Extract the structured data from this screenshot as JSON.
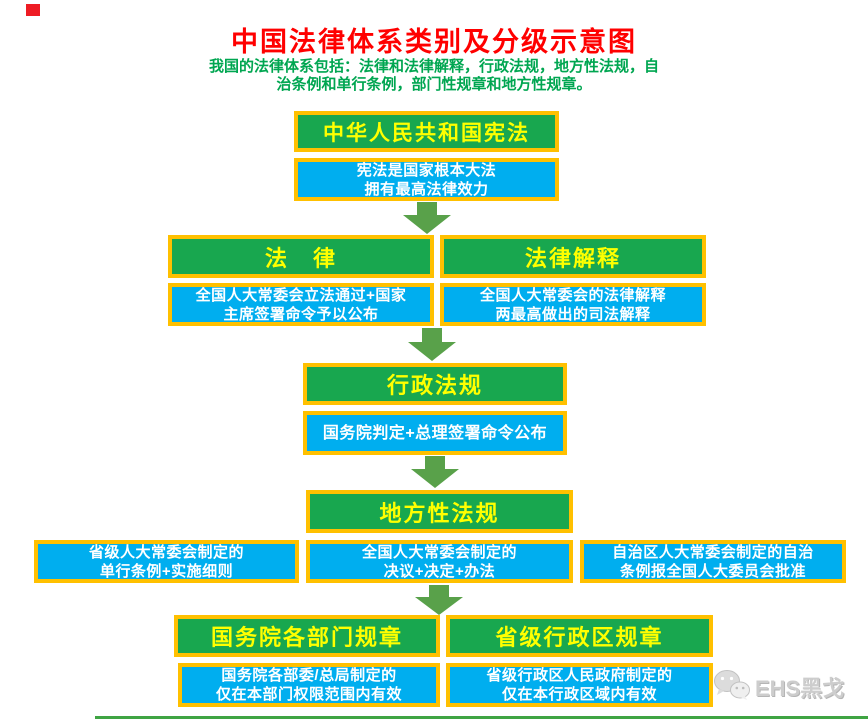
{
  "page": {
    "title": "中国法律体系类别及分级示意图",
    "subtitle_line1": "我国的法律体系包括：法律和法律解释，行政法规，地方性法规，自",
    "subtitle_line2": "治条例和单行条例，部门性规章和地方性规章。"
  },
  "colors": {
    "title_red": "#ff0000",
    "subtitle_green": "#00a651",
    "box_green_fill": "#18a74f",
    "box_blue_fill": "#00aeef",
    "box_border_orange": "#ffc000",
    "header_text_yellow": "#ffff00",
    "desc_text_white": "#ffffff",
    "arrow_green": "#59a14a",
    "corner_mark_red": "#ee1c24",
    "bottom_line_green": "#3fa443",
    "watermark_gray": "#cdcdcd"
  },
  "flowchart": {
    "constitution": {
      "title": "中华人民共和国宪法",
      "desc_line1": "宪法是国家根本大法",
      "desc_line2": "拥有最高法律效力"
    },
    "law": {
      "title": "法　律",
      "desc_line1": "全国人大常委会立法通过+国家",
      "desc_line2": "主席签署命令予以公布"
    },
    "interpretation": {
      "title": "法律解释",
      "desc_line1": "全国人大常委会的法律解释",
      "desc_line2": "两最高做出的司法解释"
    },
    "admin_regulation": {
      "title": "行政法规",
      "desc": "国务院判定+总理签署命令公布"
    },
    "local_regulation": {
      "title": "地方性法规",
      "left_line1": "省级人大常委会制定的",
      "left_line2": "单行条例+实施细则",
      "center_line1": "全国人大常委会制定的",
      "center_line2": "决议+决定+办法",
      "right_line1": "自治区人大常委会制定的自治",
      "right_line2": "条例报全国人大委员会批准"
    },
    "ministry_rules": {
      "title": "国务院各部门规章",
      "desc_line1": "国务院各部委/总局制定的",
      "desc_line2": "仅在本部门权限范围内有效"
    },
    "provincial_rules": {
      "title": "省级行政区规章",
      "desc_line1": "省级行政区人民政府制定的",
      "desc_line2": "仅在本行政区域内有效"
    }
  },
  "watermark": {
    "text": "EHS黑戈"
  }
}
